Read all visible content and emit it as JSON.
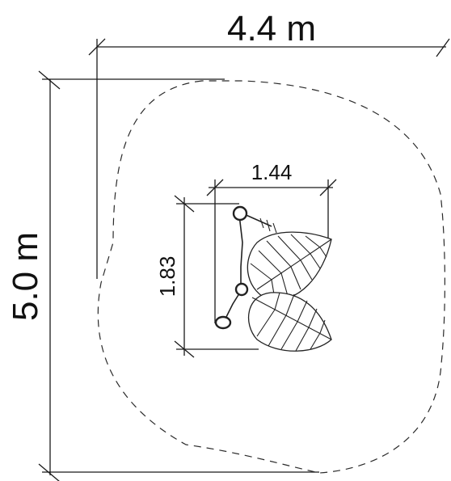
{
  "dimensions": {
    "overall_width": "4.4 m",
    "overall_depth": "5.0 m",
    "equipment_width": "1.44",
    "equipment_depth": "1.83"
  },
  "colors": {
    "line": "#1a1a1a",
    "background": "#ffffff"
  }
}
